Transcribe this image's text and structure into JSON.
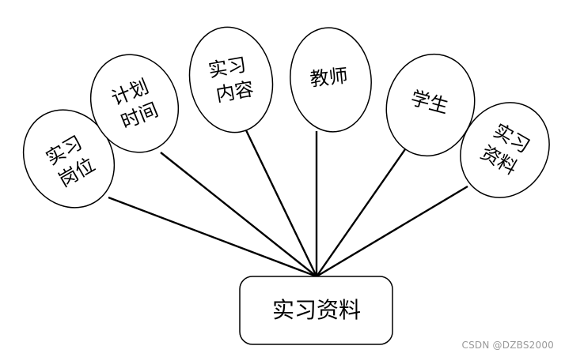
{
  "entity": {
    "label": "实习资料"
  },
  "attributes": [
    {
      "lines": [
        "实习",
        "岗位"
      ]
    },
    {
      "lines": [
        "计划",
        "时间"
      ]
    },
    {
      "lines": [
        "实习",
        "内容"
      ]
    },
    {
      "lines": [
        "教师"
      ]
    },
    {
      "lines": [
        "学生"
      ]
    },
    {
      "lines": [
        "实习",
        "资料"
      ]
    }
  ],
  "watermark": "CSDN @DZBS2000"
}
